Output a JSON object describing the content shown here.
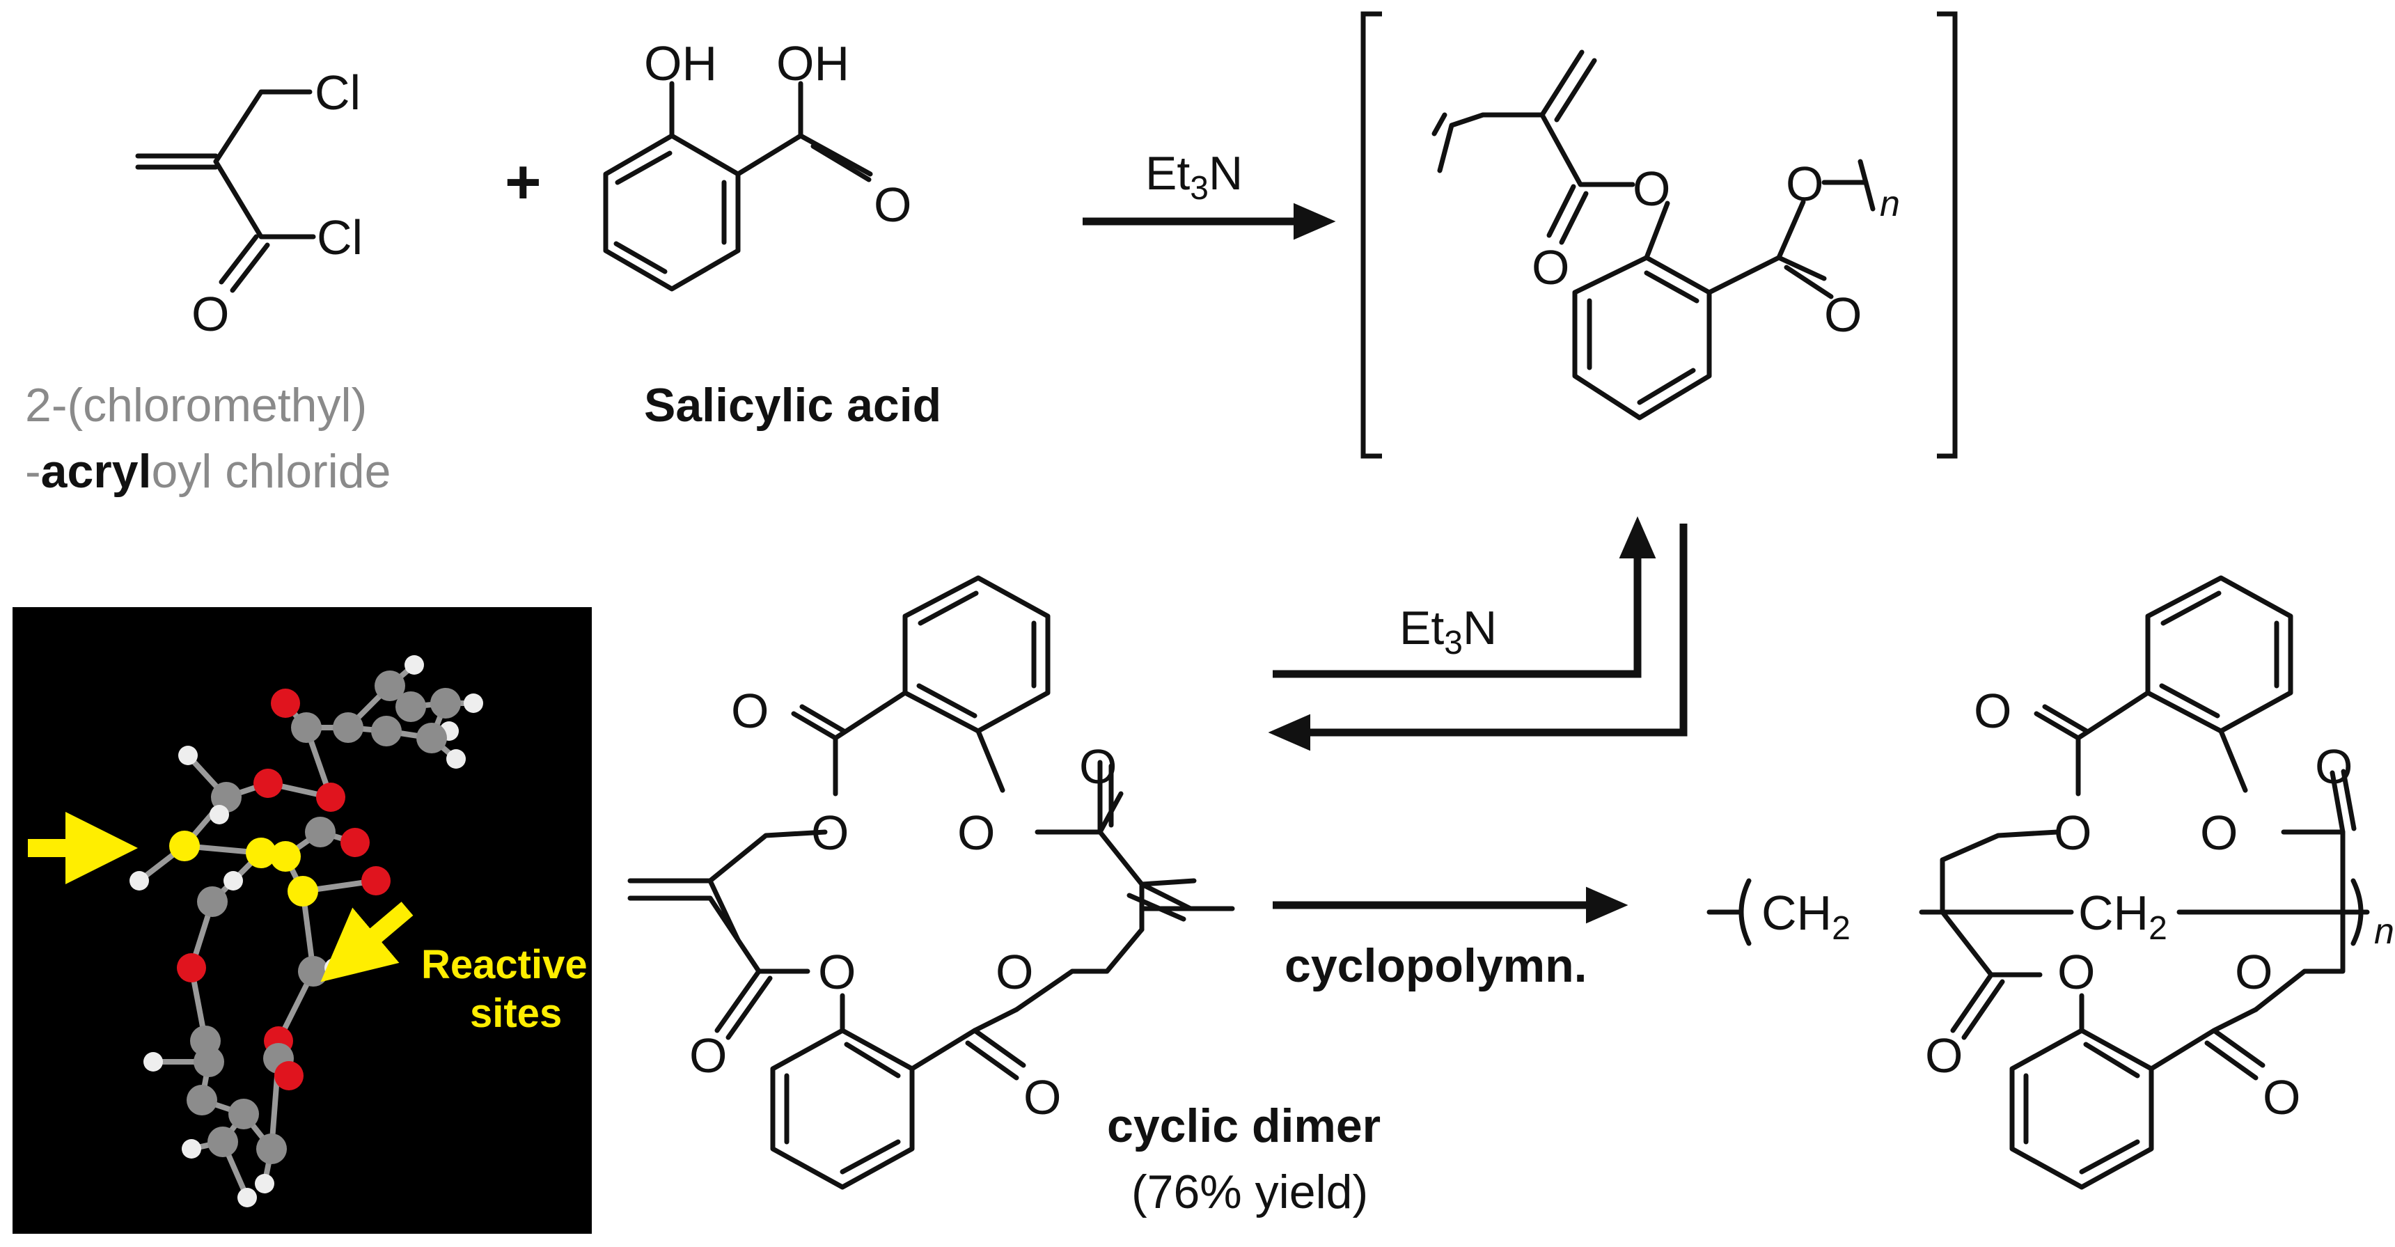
{
  "reagent1": {
    "atom_cl_top": "Cl",
    "atom_cl_acyl": "Cl",
    "atom_o": "O",
    "name_line1": "2-(chloromethyl)",
    "name_line2_prefix": "-",
    "name_line2_bold": "acryl",
    "name_line2_rest": "oyl chloride"
  },
  "plus_sign": "+",
  "reagent2": {
    "atom_oh_phenol": "OH",
    "atom_oh_acid": "OH",
    "atom_o_carbonyl": "O",
    "name": "Salicylic acid"
  },
  "arrow_top": {
    "label": "Et",
    "label_sub": "3",
    "label_tail": "N"
  },
  "polymer_top": {
    "atom_o1": "O",
    "atom_o2": "O",
    "atom_o3": "O",
    "atom_o4": "O",
    "repeat": "n"
  },
  "equilibrium": {
    "label": "Et",
    "label_sub": "3",
    "label_tail": "N"
  },
  "model": {
    "callout": [
      "Reactive",
      "sites"
    ],
    "colors": {
      "background": "#000000",
      "carbon": "#8c8c8c",
      "oxygen": "#e0141e",
      "hydrogen": "#eeeeee",
      "highlight": "#ffee00"
    }
  },
  "dimer": {
    "atoms": [
      "O",
      "O",
      "O",
      "O",
      "O",
      "O",
      "O",
      "O"
    ],
    "name": "cyclic dimer",
    "yield": "(76% yield)"
  },
  "arrow_cyclo": {
    "label": "cyclopolymn."
  },
  "polymer_right": {
    "ch2_left": "CH",
    "ch2_left_sub": "2",
    "ch2_right": "CH",
    "ch2_right_sub": "2",
    "atoms": [
      "O",
      "O",
      "O",
      "O",
      "O",
      "O",
      "O",
      "O"
    ],
    "repeat": "n"
  }
}
